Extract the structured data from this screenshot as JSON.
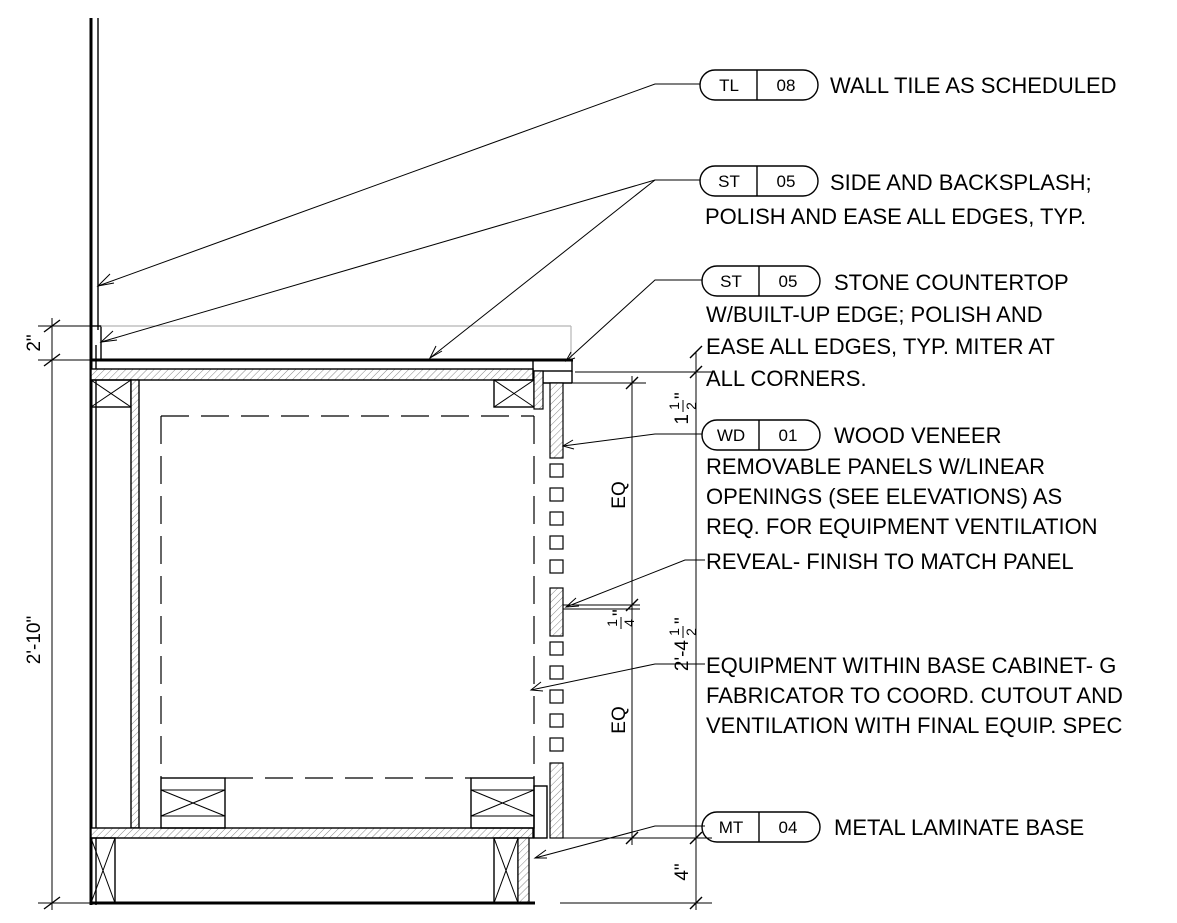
{
  "tags": [
    {
      "code": "TL",
      "num": "08"
    },
    {
      "code": "ST",
      "num": "05"
    },
    {
      "code": "ST",
      "num": "05"
    },
    {
      "code": "WD",
      "num": "01"
    },
    {
      "code": "MT",
      "num": "04"
    }
  ],
  "notes": {
    "wall_tile": [
      "WALL TILE AS SCHEDULED"
    ],
    "backsplash": [
      "SIDE AND BACKSPLASH;",
      "POLISH AND EASE ALL EDGES, TYP."
    ],
    "countertop": [
      "STONE COUNTERTOP",
      "W/BUILT-UP EDGE; POLISH AND",
      "EASE ALL EDGES, TYP. MITER AT",
      "ALL CORNERS."
    ],
    "veneer": [
      "WOOD VENEER",
      "REMOVABLE PANELS W/LINEAR",
      "OPENINGS (SEE ELEVATIONS) AS",
      "REQ. FOR EQUIPMENT VENTILATION"
    ],
    "reveal": [
      "REVEAL- FINISH TO MATCH PANEL"
    ],
    "equipment": [
      "EQUIPMENT WITHIN BASE CABINET- G",
      "FABRICATOR TO COORD. CUTOUT AND",
      "VENTILATION WITH FINAL EQUIP. SPEC"
    ],
    "base": [
      "METAL LAMINATE BASE"
    ]
  },
  "dimensions": {
    "overall": "2'-10\"",
    "splash_height": "2\"",
    "top_thickness": "1",
    "top_fraction_num": "1",
    "top_fraction_den": "2",
    "panel_height": "2'-4",
    "panel_fraction_num": "1",
    "panel_fraction_den": "2",
    "eq_upper": "EQ",
    "eq_lower": "EQ",
    "reveal_num": "1",
    "reveal_den": "4",
    "toe_kick": "4\""
  }
}
